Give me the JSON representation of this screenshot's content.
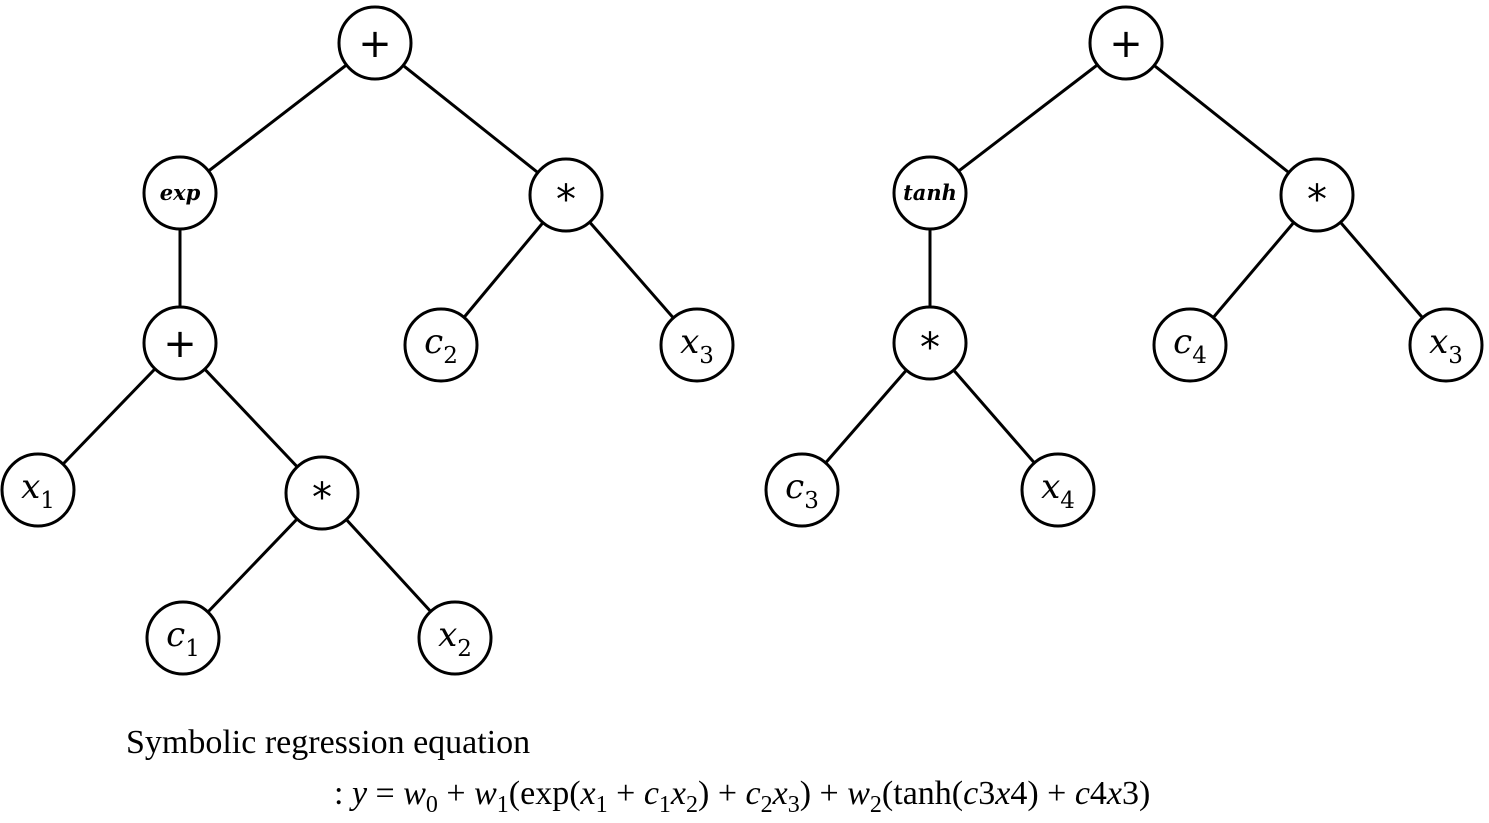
{
  "trees": [
    {
      "nodes": [
        {
          "id": "t1_root",
          "label": "+",
          "kind": "op"
        },
        {
          "id": "t1_exp",
          "label": "exp",
          "kind": "fn"
        },
        {
          "id": "t1_mul_a",
          "label": "*",
          "kind": "op"
        },
        {
          "id": "t1_plus",
          "label": "+",
          "kind": "op"
        },
        {
          "id": "t1_c2",
          "label": "c",
          "sub": "2",
          "kind": "var"
        },
        {
          "id": "t1_x3",
          "label": "x",
          "sub": "3",
          "kind": "var"
        },
        {
          "id": "t1_x1",
          "label": "x",
          "sub": "1",
          "kind": "var"
        },
        {
          "id": "t1_mul_b",
          "label": "*",
          "kind": "op"
        },
        {
          "id": "t1_c1",
          "label": "c",
          "sub": "1",
          "kind": "var"
        },
        {
          "id": "t1_x2",
          "label": "x",
          "sub": "2",
          "kind": "var"
        }
      ],
      "edges": [
        [
          "t1_root",
          "t1_exp"
        ],
        [
          "t1_root",
          "t1_mul_a"
        ],
        [
          "t1_exp",
          "t1_plus"
        ],
        [
          "t1_mul_a",
          "t1_c2"
        ],
        [
          "t1_mul_a",
          "t1_x3"
        ],
        [
          "t1_plus",
          "t1_x1"
        ],
        [
          "t1_plus",
          "t1_mul_b"
        ],
        [
          "t1_mul_b",
          "t1_c1"
        ],
        [
          "t1_mul_b",
          "t1_x2"
        ]
      ]
    },
    {
      "nodes": [
        {
          "id": "t2_root",
          "label": "+",
          "kind": "op"
        },
        {
          "id": "t2_tanh",
          "label": "tanh",
          "kind": "fn"
        },
        {
          "id": "t2_mul_a",
          "label": "*",
          "kind": "op"
        },
        {
          "id": "t2_mul_b",
          "label": "*",
          "kind": "op"
        },
        {
          "id": "t2_c4",
          "label": "c",
          "sub": "4",
          "kind": "var"
        },
        {
          "id": "t2_x3",
          "label": "x",
          "sub": "3",
          "kind": "var"
        },
        {
          "id": "t2_c3",
          "label": "c",
          "sub": "3",
          "kind": "var"
        },
        {
          "id": "t2_x4",
          "label": "x",
          "sub": "4",
          "kind": "var"
        }
      ],
      "edges": [
        [
          "t2_root",
          "t2_tanh"
        ],
        [
          "t2_root",
          "t2_mul_a"
        ],
        [
          "t2_tanh",
          "t2_mul_b"
        ],
        [
          "t2_mul_a",
          "t2_c4"
        ],
        [
          "t2_mul_a",
          "t2_x3"
        ],
        [
          "t2_mul_b",
          "t2_c3"
        ],
        [
          "t2_mul_b",
          "t2_x4"
        ]
      ]
    }
  ],
  "caption": {
    "title": "Symbolic regression equation",
    "equation_prefix": ": ",
    "equation": "y = w0 + w1(exp(x1 + c1x2) + c2x3) + w2(tanh(c3x4) + c4x3)"
  }
}
